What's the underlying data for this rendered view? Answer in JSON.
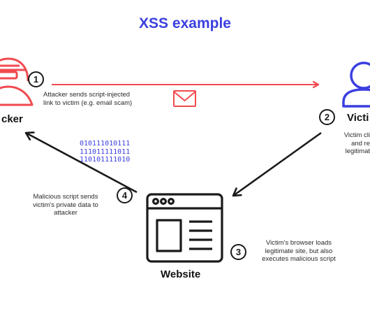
{
  "title": "XSS example",
  "nodes": {
    "attacker_name": "cker",
    "victim_name": "Victi",
    "website_name": "Website"
  },
  "steps": [
    {
      "number": "1",
      "text_lines": [
        "Attacker sends script-injected",
        "link to victim (e.g. email scam)"
      ]
    },
    {
      "number": "2",
      "text_lines": [
        "Victim cli",
        "and re",
        "legitimat"
      ]
    },
    {
      "number": "3",
      "text_lines": [
        "Victim's browser loads",
        "legitimate site, but also",
        "executes malicious script"
      ]
    },
    {
      "number": "4",
      "text_lines": [
        "Malicious script sends",
        "victim's private data to",
        "attacker"
      ]
    }
  ],
  "binary_lines": [
    "010111010111",
    "111011111011",
    "110101111010"
  ],
  "colors": {
    "title": "#3b3fe0",
    "attacker": "#f04a50",
    "victim": "#3b3fe0",
    "arrow_red": "#f04a50",
    "arrow_black": "#1a1a1a",
    "envelope": "#f04a50"
  },
  "icons": {
    "attacker": "hacker-icon",
    "victim": "user-icon",
    "website": "browser-window-icon",
    "message": "envelope-icon",
    "data": "binary-data-icon"
  }
}
